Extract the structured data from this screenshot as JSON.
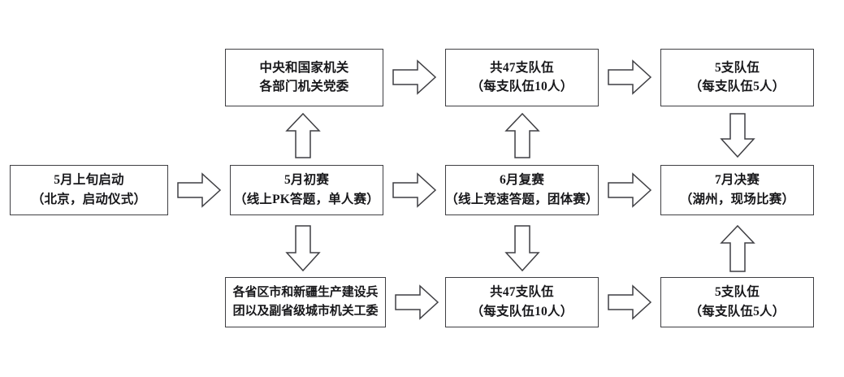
{
  "diagram": {
    "title": "competition-process-flowchart",
    "stroke_color": "#3f3f43",
    "text_color": "#17171a",
    "background": "#ffffff",
    "nodes": [
      {
        "id": "launch",
        "line1": "5月上旬启动",
        "line2": "（北京，启动仪式）"
      },
      {
        "id": "central-organs",
        "line1": "中央和国家机关",
        "line2": "各部门机关党委"
      },
      {
        "id": "preliminary",
        "line1": "5月初赛",
        "line2": "（线上PK答题，单人赛）"
      },
      {
        "id": "provincial-organs",
        "line1": "各省区市和新疆生产建设兵",
        "line2": "团以及副省级城市机关工委"
      },
      {
        "id": "teams-top",
        "line1": "共47支队伍",
        "line2": "（每支队伍10人）"
      },
      {
        "id": "semifinal",
        "line1": "6月复赛",
        "line2": "（线上竞速答题，团体赛）"
      },
      {
        "id": "teams-bottom",
        "line1": "共47支队伍",
        "line2": "（每支队伍10人）"
      },
      {
        "id": "finalists-top",
        "line1": "5支队伍",
        "line2": "（每支队伍5人）"
      },
      {
        "id": "final",
        "line1": "7月决赛",
        "line2": "（湖州，现场比赛）"
      },
      {
        "id": "finalists-bottom",
        "line1": "5支队伍",
        "line2": "（每支队伍5人）"
      }
    ],
    "arrows": [
      {
        "id": "launch-to-preliminary",
        "direction": "right"
      },
      {
        "id": "preliminary-to-central-organs",
        "direction": "up"
      },
      {
        "id": "preliminary-to-provincial-organs",
        "direction": "down"
      },
      {
        "id": "central-organs-to-teams-top",
        "direction": "right"
      },
      {
        "id": "preliminary-to-semifinal",
        "direction": "right"
      },
      {
        "id": "provincial-organs-to-teams-bottom",
        "direction": "right"
      },
      {
        "id": "semifinal-to-teams-top",
        "direction": "up"
      },
      {
        "id": "semifinal-to-teams-bottom",
        "direction": "down"
      },
      {
        "id": "teams-top-to-finalists-top",
        "direction": "right"
      },
      {
        "id": "semifinal-to-final",
        "direction": "right"
      },
      {
        "id": "teams-bottom-to-finalists-bottom",
        "direction": "right"
      },
      {
        "id": "finalists-top-to-final",
        "direction": "down"
      },
      {
        "id": "finalists-bottom-to-final",
        "direction": "up"
      }
    ]
  }
}
